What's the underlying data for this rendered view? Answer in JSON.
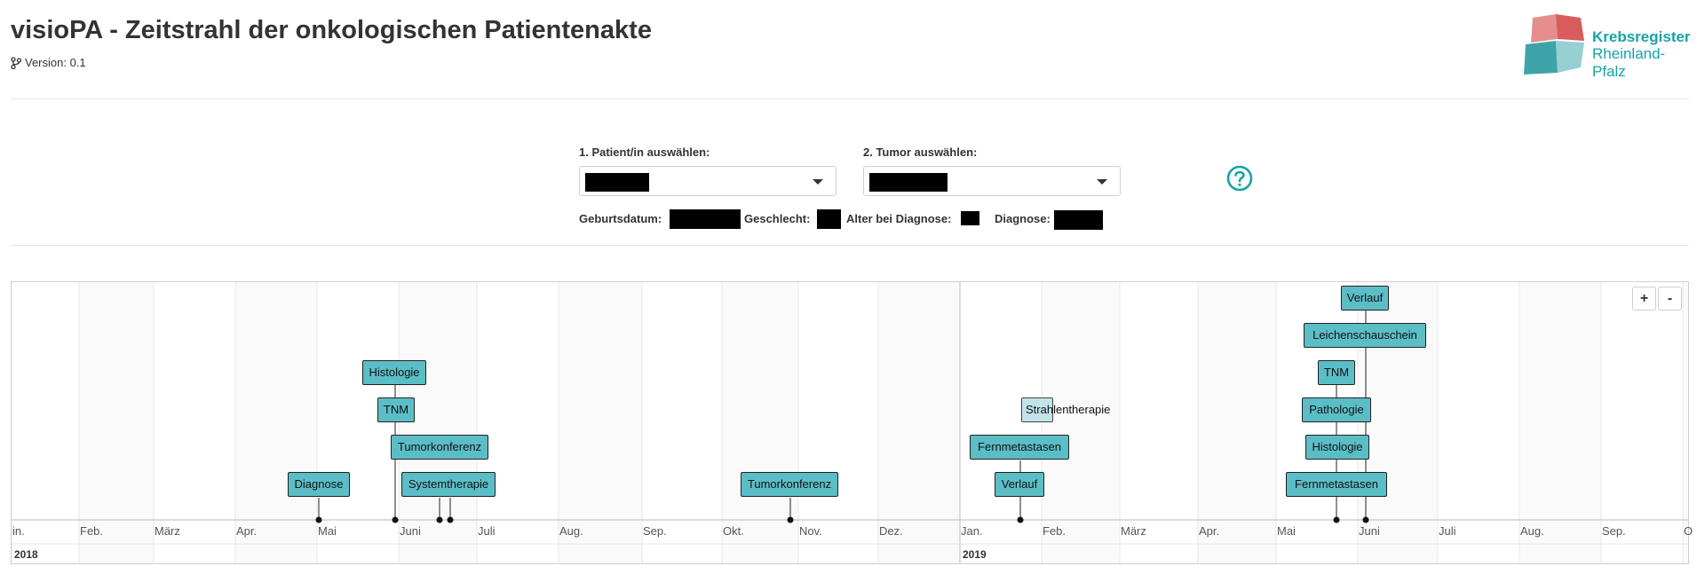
{
  "header": {
    "title": "visioPA - Zeitstrahl der onkologischen Patientenakte",
    "version": "Version: 0.1"
  },
  "logo": {
    "line1": "Krebsregister",
    "line2": "Rheinland-Pfalz"
  },
  "form": {
    "patient_label": "1. Patient/in auswählen:",
    "tumor_label": "2. Tumor auswählen:",
    "birth_label": "Geburtsdatum:",
    "gender_label": "Geschlecht:",
    "age_label": "Alter bei Diagnose:",
    "diagnosis_label": "Diagnose:"
  },
  "zoom": {
    "plus": "+",
    "minus": "-"
  },
  "timeline": {
    "months": [
      "in.",
      "Feb.",
      "März",
      "Apr.",
      "Mai",
      "Juni",
      "Juli",
      "Aug.",
      "Sep.",
      "Okt.",
      "Nov.",
      "Dez.",
      "Jan.",
      "Feb.",
      "März",
      "Apr.",
      "Mai",
      "Juni",
      "Juli",
      "Aug.",
      "Sep.",
      "O"
    ],
    "years": [
      "2018",
      "2019"
    ],
    "events": [
      {
        "label": "Diagnose"
      },
      {
        "label": "Histologie"
      },
      {
        "label": "TNM"
      },
      {
        "label": "Tumorkonferenz"
      },
      {
        "label": "Systemtherapie"
      },
      {
        "label": "Tumorkonferenz"
      },
      {
        "label": "Verlauf"
      },
      {
        "label": "Fernmetastasen"
      },
      {
        "label": "Strahlentherapie"
      },
      {
        "label": "Verlauf"
      },
      {
        "label": "Leichenschauschein"
      },
      {
        "label": "TNM"
      },
      {
        "label": "Pathologie"
      },
      {
        "label": "Histologie"
      },
      {
        "label": "Fernmetastasen"
      }
    ]
  },
  "colors": {
    "event": "#5bbec6",
    "event_light": "#c2e4e8",
    "accent": "#17a3a6"
  }
}
